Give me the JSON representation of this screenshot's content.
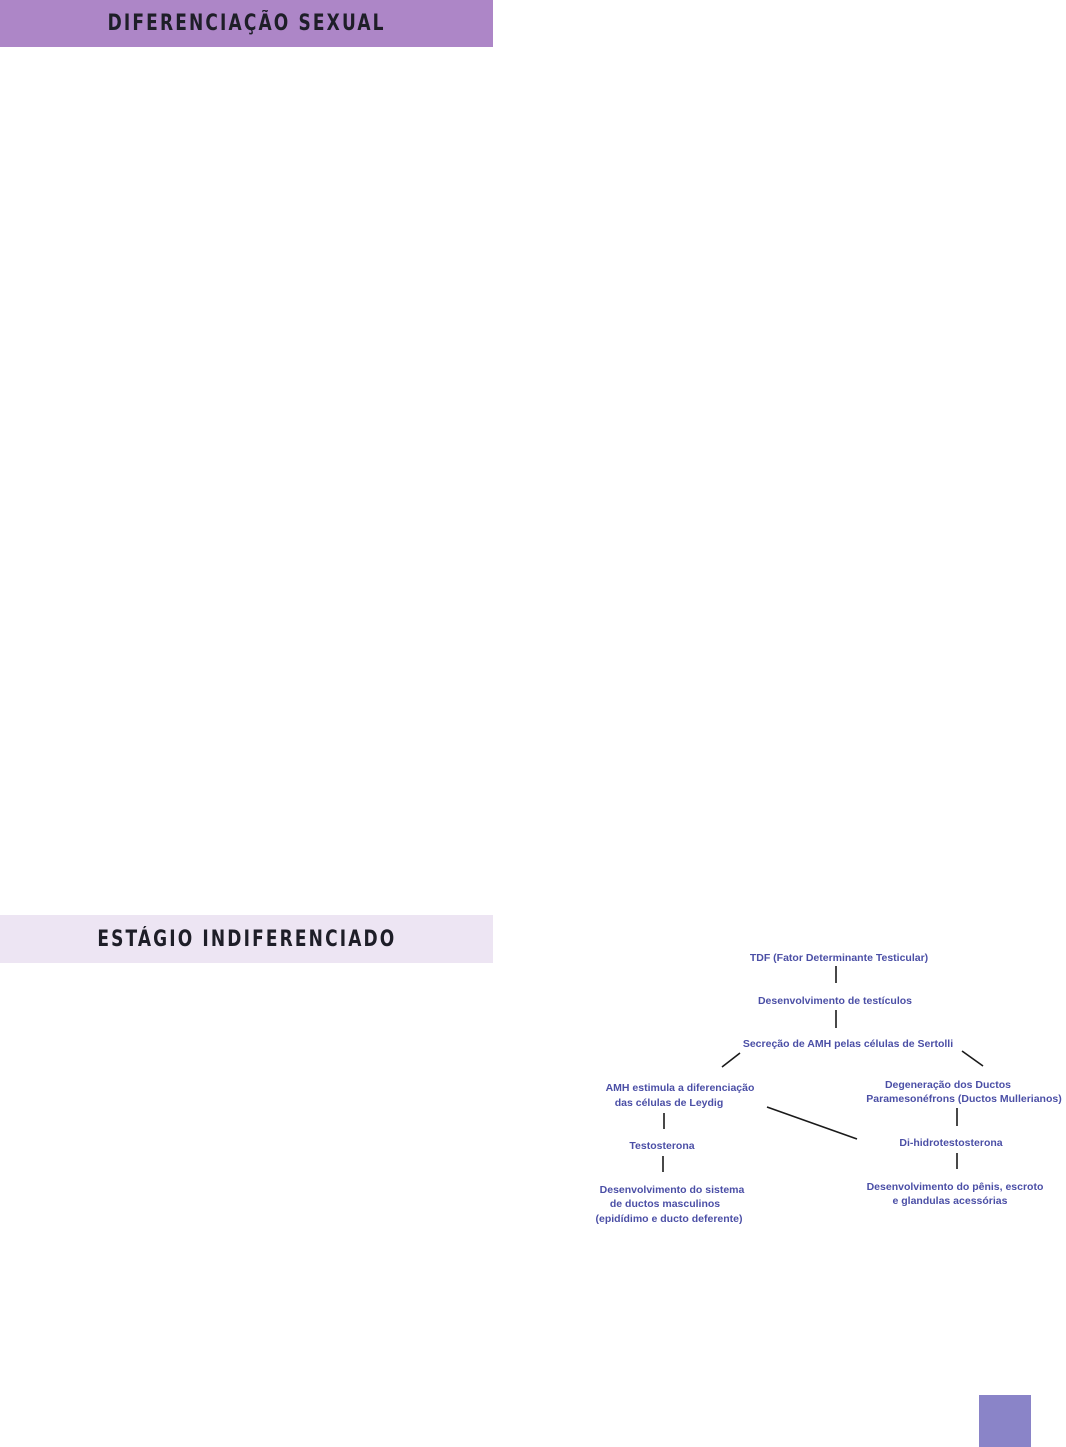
{
  "sections": {
    "diferenciacao": {
      "title": "DIFERENCIAÇÃO SEXUAL",
      "color": "#ad86c7"
    },
    "estagio": {
      "title": "ESTÁGIO INDIFERENCIADO",
      "color": "#ede5f3"
    }
  },
  "flowchart": {
    "text_color": "#4b4fa6",
    "nodes": {
      "tdf": "TDF (Fator Determinante Testicular)",
      "testiculos": "Desenvolvimento de testículos",
      "secrecao": "Secreção de AMH pelas células de Sertolli",
      "amh_line1": "AMH estimula a diferenciação",
      "amh_line2": "das células de Leydig",
      "degeneracao_line1": "Degeneração dos Ductos",
      "degeneracao_line2": "Paramesonéfrons (Ductos Mullerianos)",
      "testosterona": "Testosterona",
      "dht": "Di-hidrotestosterona",
      "ductos_line1": "Desenvolvimento do sistema",
      "ductos_line2": "de ductos masculinos",
      "ductos_line3": "(epidídimo e ducto deferente)",
      "penis_line1": "Desenvolvimento do pênis, escroto",
      "penis_line2": "e glandulas acessórias"
    }
  },
  "page_box_color": "#8a84c8"
}
